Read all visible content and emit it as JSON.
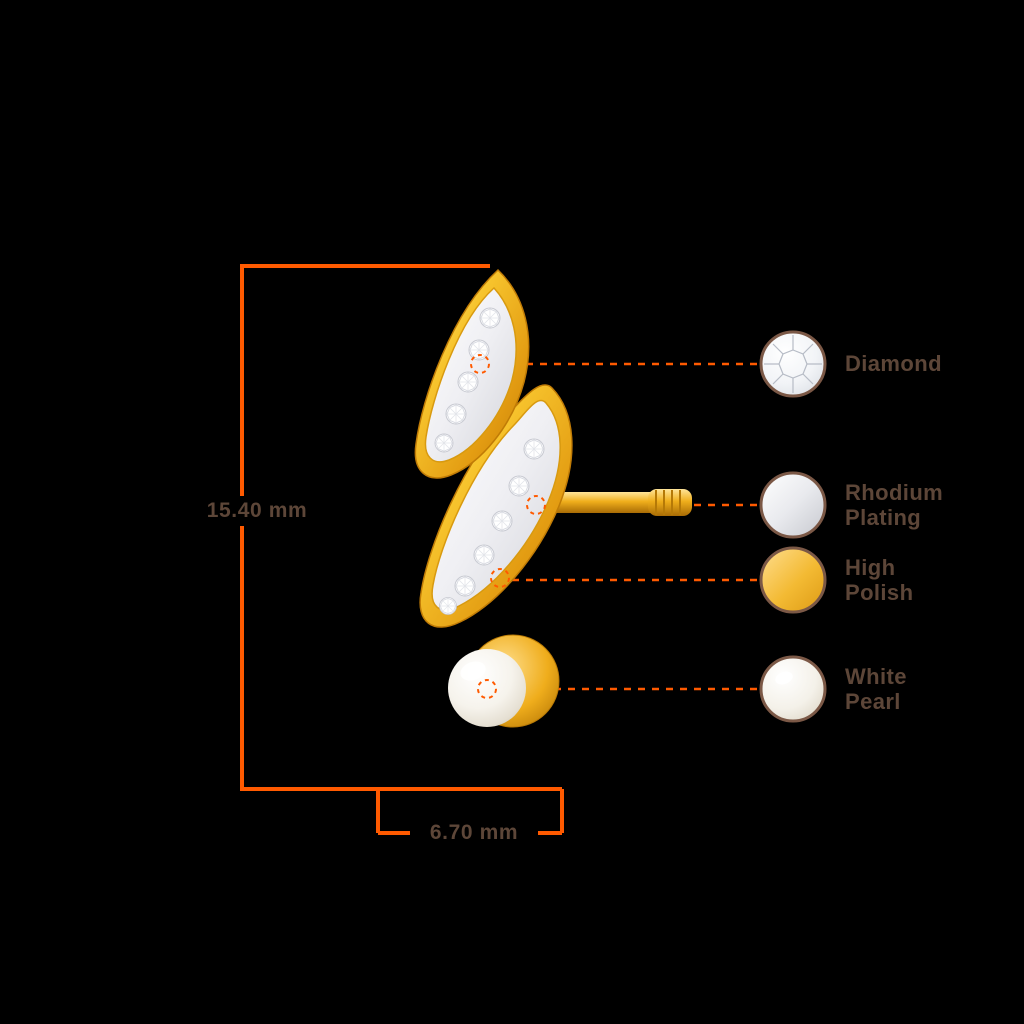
{
  "diagram": {
    "height_dimension": "15.40 mm",
    "width_dimension": "6.70 mm"
  },
  "legend": {
    "items": [
      {
        "label": "Diamond",
        "icon": "diamond-swatch-icon"
      },
      {
        "label": "Rhodium Plating",
        "icon": "rhodium-plating-swatch-icon"
      },
      {
        "label": "High Polish",
        "icon": "high-polish-swatch-icon"
      },
      {
        "label": "White Pearl",
        "icon": "white-pearl-swatch-icon"
      }
    ]
  },
  "colors": {
    "background": "#000000",
    "dimension_line": "#FF5A00",
    "label_text": "#5D4638",
    "swatch_border": "#7B5846",
    "gold": "#F2B11F",
    "rhodium": "#E6E7EB",
    "pearl_white": "#F6F3EC"
  }
}
